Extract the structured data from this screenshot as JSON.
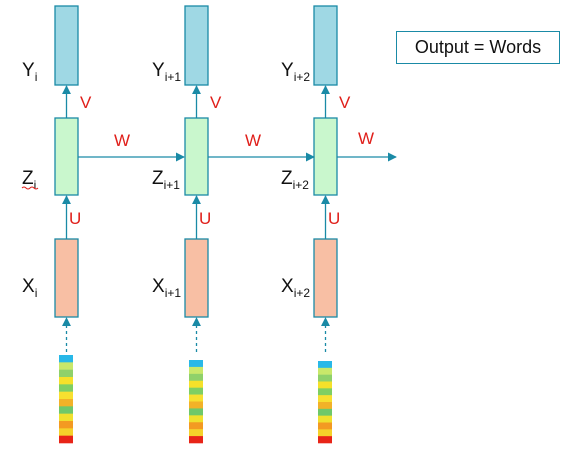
{
  "legend": {
    "text": "Output = Words"
  },
  "columns": [
    {
      "y_label": "Y",
      "y_sub": "i",
      "z_label": "Z",
      "z_sub": "i",
      "x_label": "X",
      "x_sub": "i"
    },
    {
      "y_label": "Y",
      "y_sub": "i+1",
      "z_label": "Z",
      "z_sub": "i+1",
      "x_label": "X",
      "x_sub": "i+1"
    },
    {
      "y_label": "Y",
      "y_sub": "i+2",
      "z_label": "Z",
      "z_sub": "i+2",
      "x_label": "X",
      "x_sub": "i+2"
    }
  ],
  "weights": {
    "input": "U",
    "output": "V",
    "recurrent": "W"
  },
  "colors": {
    "output_box": "#9fd8e4",
    "hidden_box": "#c9f7cd",
    "input_box": "#f8bfa4",
    "box_border": "#1a8aa6",
    "weight_label": "#e0201b",
    "arrow": "#1a8aa6"
  },
  "word_vector_colors": [
    "#28b8e8",
    "#c9e86a",
    "#8fd16a",
    "#f5e12a",
    "#7fcf63",
    "#f7e030",
    "#f2b228",
    "#6fc86a",
    "#f0e02e",
    "#f39a22",
    "#f5d22a",
    "#e82418"
  ]
}
